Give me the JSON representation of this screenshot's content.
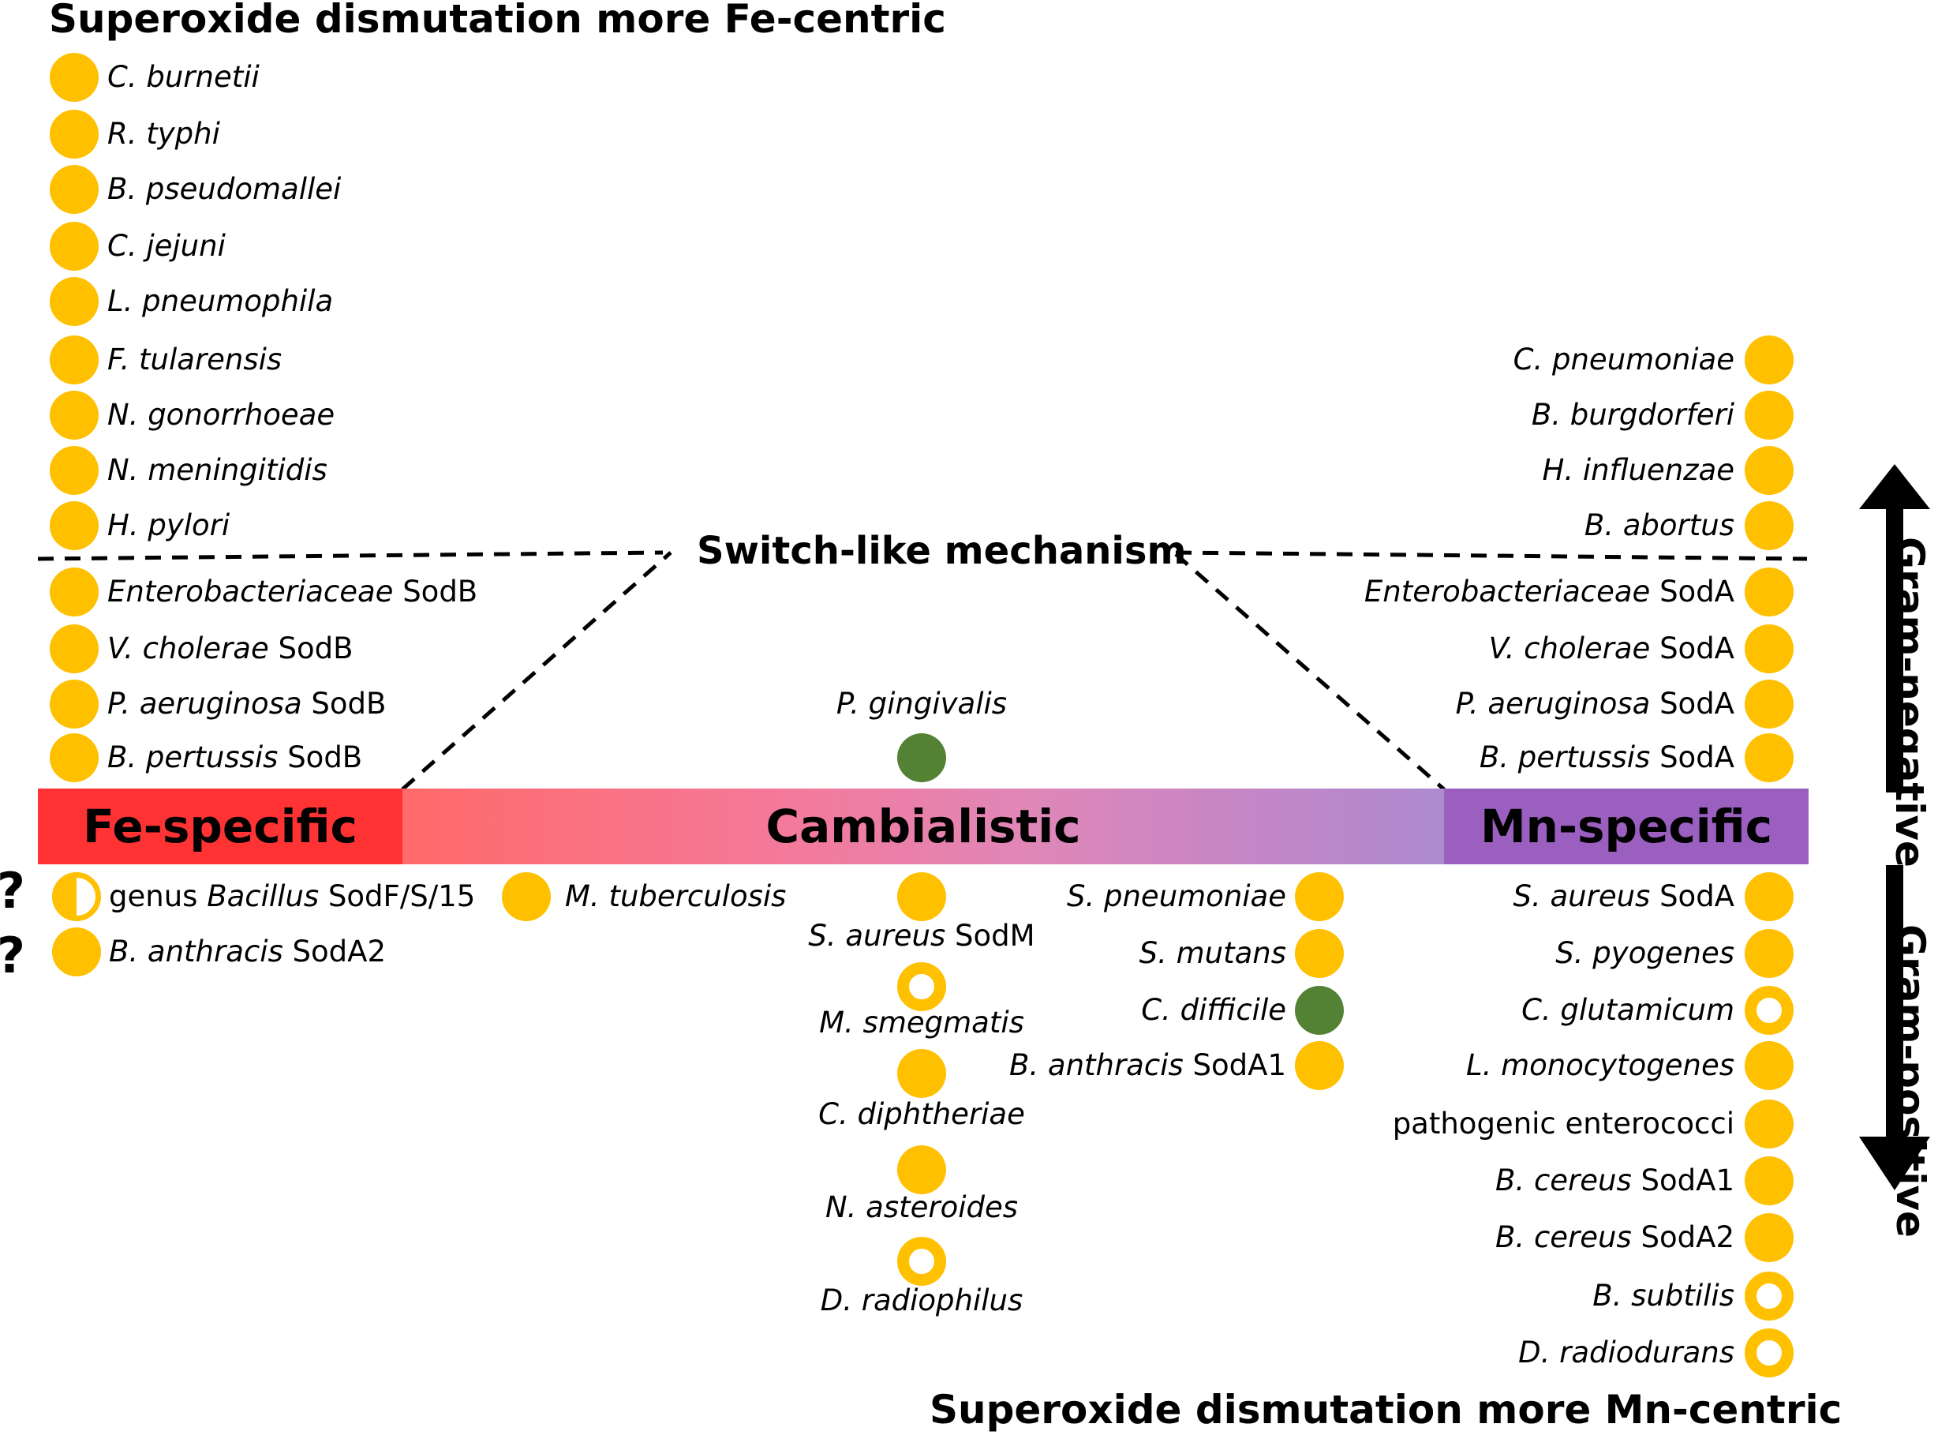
{
  "title_top": "Superoxide dismutation more Fe-centric",
  "title_bottom": "Superoxide dismutation more Mn-centric",
  "switch_label": "Switch-like mechanism",
  "bars": {
    "fe": "Fe-specific",
    "cambialistic": "Cambialistic",
    "mn": "Mn-specific"
  },
  "axis": {
    "gram_negative": "Gram-negative",
    "gram_positive": "Gram-positive"
  },
  "question_marks": "??",
  "colors": {
    "fe_bar": "#FF3333",
    "mn_bar": "#9B5FC0",
    "dot_yellow": "#FFC000",
    "dot_green": "#548235"
  },
  "fe_gram_negative": [
    {
      "it": "C. burnetii",
      "rest": "",
      "dot": "filled"
    },
    {
      "it": "R. typhi",
      "rest": "",
      "dot": "filled"
    },
    {
      "it": "B. pseudomallei",
      "rest": "",
      "dot": "filled"
    },
    {
      "it": "C. jejuni",
      "rest": "",
      "dot": "filled"
    },
    {
      "it": "L. pneumophila",
      "rest": "",
      "dot": "filled"
    },
    {
      "it": "F. tularensis",
      "rest": "",
      "dot": "filled"
    },
    {
      "it": "N. gonorrhoeae",
      "rest": "",
      "dot": "filled"
    },
    {
      "it": "N. meningitidis",
      "rest": "",
      "dot": "filled"
    },
    {
      "it": "H. pylori",
      "rest": "",
      "dot": "filled"
    },
    {
      "it": "Enterobacteriaceae",
      "rest": " SodB",
      "dot": "filled"
    },
    {
      "it": "V. cholerae",
      "rest": " SodB",
      "dot": "filled"
    },
    {
      "it": "P. aeruginosa",
      "rest": " SodB",
      "dot": "filled"
    },
    {
      "it": "B. pertussis",
      "rest": " SodB",
      "dot": "filled"
    }
  ],
  "mn_gram_negative": [
    {
      "it": "C. pneumoniae",
      "rest": "",
      "dot": "filled"
    },
    {
      "it": "B. burgdorferi",
      "rest": "",
      "dot": "filled"
    },
    {
      "it": "H. influenzae",
      "rest": "",
      "dot": "filled"
    },
    {
      "it": "B. abortus",
      "rest": "",
      "dot": "filled"
    },
    {
      "it": "Enterobacteriaceae",
      "rest": " SodA",
      "dot": "filled"
    },
    {
      "it": "V. cholerae",
      "rest": " SodA",
      "dot": "filled"
    },
    {
      "it": "P. aeruginosa",
      "rest": " SodA",
      "dot": "filled"
    },
    {
      "it": "B. pertussis",
      "rest": " SodA",
      "dot": "filled"
    }
  ],
  "p_gingivalis": {
    "it": "P. gingivalis",
    "rest": "",
    "dot": "green"
  },
  "fe_gram_positive": [
    {
      "pre": "genus ",
      "it": "Bacillus",
      "rest": " SodF/S/15",
      "dot": "half"
    },
    {
      "pre": "",
      "it": "B. anthracis",
      "rest": " SodA2",
      "dot": "filled"
    }
  ],
  "m_tuberculosis": {
    "it": "M. tuberculosis",
    "rest": "",
    "dot": "filled"
  },
  "camb_center": [
    {
      "it": "S. aureus",
      "rest": " SodM",
      "dot": "filled"
    },
    {
      "it": "M. smegmatis",
      "rest": "",
      "dot": "ring"
    },
    {
      "it": "C. diphtheriae",
      "rest": "",
      "dot": "filled"
    },
    {
      "it": "N. asteroides",
      "rest": "",
      "dot": "filled"
    },
    {
      "it": "D. radiophilus",
      "rest": "",
      "dot": "ring"
    }
  ],
  "camb_right": [
    {
      "it": "S. pneumoniae",
      "rest": "",
      "dot": "filled"
    },
    {
      "it": "S. mutans",
      "rest": "",
      "dot": "filled"
    },
    {
      "it": "C. difficile",
      "rest": "",
      "dot": "green"
    },
    {
      "it": "B. anthracis",
      "rest": " SodA1",
      "dot": "filled"
    }
  ],
  "mn_gram_positive": [
    {
      "pre": "",
      "it": "S. aureus",
      "rest": " SodA",
      "dot": "filled"
    },
    {
      "pre": "",
      "it": "S. pyogenes",
      "rest": "",
      "dot": "filled"
    },
    {
      "pre": "",
      "it": "C. glutamicum",
      "rest": "",
      "dot": "ring"
    },
    {
      "pre": "",
      "it": "L. monocytogenes",
      "rest": "",
      "dot": "filled"
    },
    {
      "pre": "pathogenic enterococci",
      "it": "",
      "rest": "",
      "dot": "filled"
    },
    {
      "pre": "",
      "it": "B. cereus",
      "rest": " SodA1",
      "dot": "filled"
    },
    {
      "pre": "",
      "it": "B. cereus",
      "rest": " SodA2",
      "dot": "filled"
    },
    {
      "pre": "",
      "it": "B. subtilis",
      "rest": "",
      "dot": "ring"
    },
    {
      "pre": "",
      "it": "D. radiodurans",
      "rest": "",
      "dot": "ring"
    }
  ]
}
